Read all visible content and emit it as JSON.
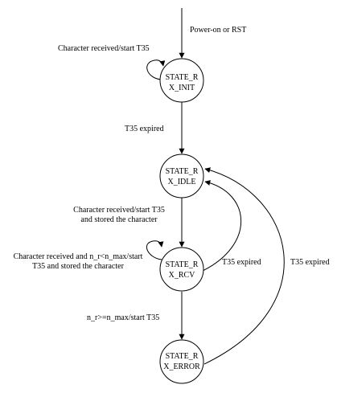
{
  "states": [
    {
      "id": "init",
      "line1": "STATE_R",
      "line2": "X_INIT"
    },
    {
      "id": "idle",
      "line1": "STATE_R",
      "line2": "X_IDLE"
    },
    {
      "id": "rcv",
      "line1": "STATE_R",
      "line2": "X_RCV"
    },
    {
      "id": "error",
      "line1": "STATE_R",
      "line2": "X_ERROR"
    }
  ],
  "transitions": {
    "power_on": {
      "line1": "Power-on or RST"
    },
    "init_self": {
      "line1": "Character received/start T35"
    },
    "init_to_idle": {
      "line1": "T35 expired"
    },
    "idle_to_rcv": {
      "line1": "Character received/start T35",
      "line2": "and stored the character"
    },
    "rcv_self": {
      "line1": "Character received and n_r<n_max/start",
      "line2": "T35 and stored the character"
    },
    "rcv_to_error": {
      "line1": "n_r>=n_max/start T35"
    },
    "rcv_to_idle": {
      "line1": "T35 expired"
    },
    "error_to_idle": {
      "line1": "T35 expired"
    }
  },
  "colors": {
    "line": "#000000",
    "background": "#ffffff"
  }
}
